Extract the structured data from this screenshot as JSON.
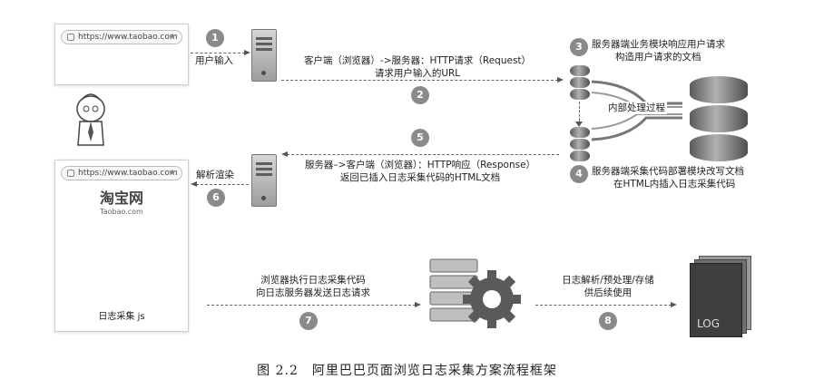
{
  "browser1": {
    "url": "https://www.taobao.com"
  },
  "browser2": {
    "url": "https://www.taobao.com",
    "logo_cn": "淘宝网",
    "logo_en": "Taobao.com",
    "script_label": "日志采集 js"
  },
  "steps": {
    "s1": {
      "num": "1",
      "label": "用户输入"
    },
    "s2": {
      "num": "2",
      "label_line1": "客户端（浏览器）->服务器：HTTP请求（Request）",
      "label_line2": "请求用户输入的URL"
    },
    "s3": {
      "num": "3",
      "label_line1": "服务器端业务模块响应用户请求",
      "label_line2": "构造用户请求的文档"
    },
    "s4": {
      "num": "4",
      "label_line1": "服务器端采集代码部署模块改写文档",
      "label_line2": "在HTML内插入日志采集代码"
    },
    "s5": {
      "num": "5",
      "label_line1": "服务器–>客户端（浏览器）：HTTP响应（Response）",
      "label_line2": "返回已插入日志采集代码的HTML文档"
    },
    "s6": {
      "num": "6",
      "label": "解析渲染"
    },
    "s7": {
      "num": "7",
      "label_line1": "浏览器执行日志采集代码",
      "label_line2": "向日志服务器发送日志请求"
    },
    "s8": {
      "num": "8",
      "label_line1": "日志解析/预处理/存储",
      "label_line2": "供后续使用"
    }
  },
  "internal_label": "内部处理过程",
  "log_label": "LOG",
  "caption": "图 2.2　阿里巴巴页面浏览日志采集方案流程框架"
}
